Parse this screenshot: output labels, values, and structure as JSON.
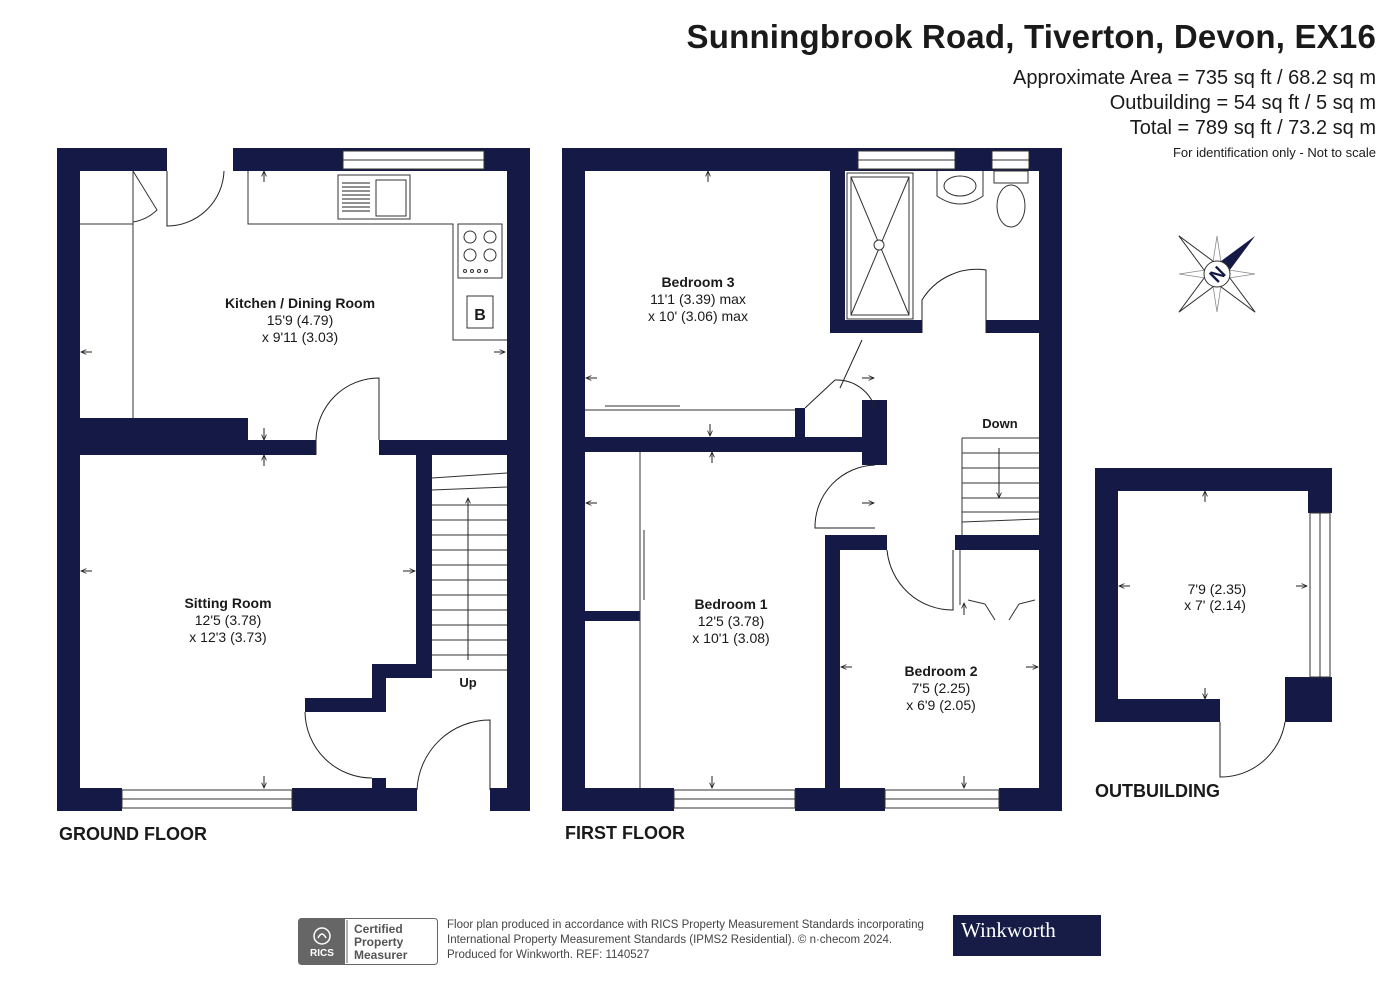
{
  "header": {
    "title": "Sunningbrook Road, Tiverton, Devon, EX16",
    "approx_area": "Approximate Area = 735 sq ft / 68.2 sq m",
    "outbuilding_area": "Outbuilding = 54 sq ft / 5 sq m",
    "total_area": "Total = 789 sq ft / 73.2 sq m",
    "note": "For identification only - Not to scale"
  },
  "compass": {
    "label": "N",
    "icon": "compass-icon"
  },
  "ground_floor": {
    "label": "GROUND FLOOR",
    "stairs_label": "Up",
    "boiler_label": "B",
    "rooms": {
      "kitchen": {
        "name": "Kitchen / Dining Room",
        "dim1": "15'9 (4.79)",
        "dim2": "x 9'11 (3.03)"
      },
      "sitting": {
        "name": "Sitting Room",
        "dim1": "12'5 (3.78)",
        "dim2": "x 12'3 (3.73)"
      }
    }
  },
  "first_floor": {
    "label": "FIRST FLOOR",
    "stairs_label": "Down",
    "rooms": {
      "bedroom3": {
        "name": "Bedroom 3",
        "dim1": "11'1 (3.39) max",
        "dim2": "x 10' (3.06) max"
      },
      "bedroom1": {
        "name": "Bedroom 1",
        "dim1": "12'5 (3.78)",
        "dim2": "x 10'1 (3.08)"
      },
      "bedroom2": {
        "name": "Bedroom 2",
        "dim1": "7'5 (2.25)",
        "dim2": "x 6'9 (2.05)"
      }
    }
  },
  "outbuilding": {
    "label": "OUTBUILDING",
    "dim1": "7'9 (2.35)",
    "dim2": "x 7' (2.14)"
  },
  "footer": {
    "rics_badge": {
      "line1": "Certified",
      "line2": "Property",
      "line3": "Measurer",
      "logo_text": "RICS"
    },
    "line1": "Floor plan produced in accordance with RICS Property Measurement Standards incorporating",
    "line2": "International Property Measurement Standards (IPMS2 Residential).  © n·checom 2024.",
    "line3": "Produced for Winkworth.   REF: 1140527",
    "brand": "Winkworth"
  },
  "colors": {
    "wall": "#141a45",
    "text": "#1a1a1a",
    "brand_bg": "#161c45"
  }
}
